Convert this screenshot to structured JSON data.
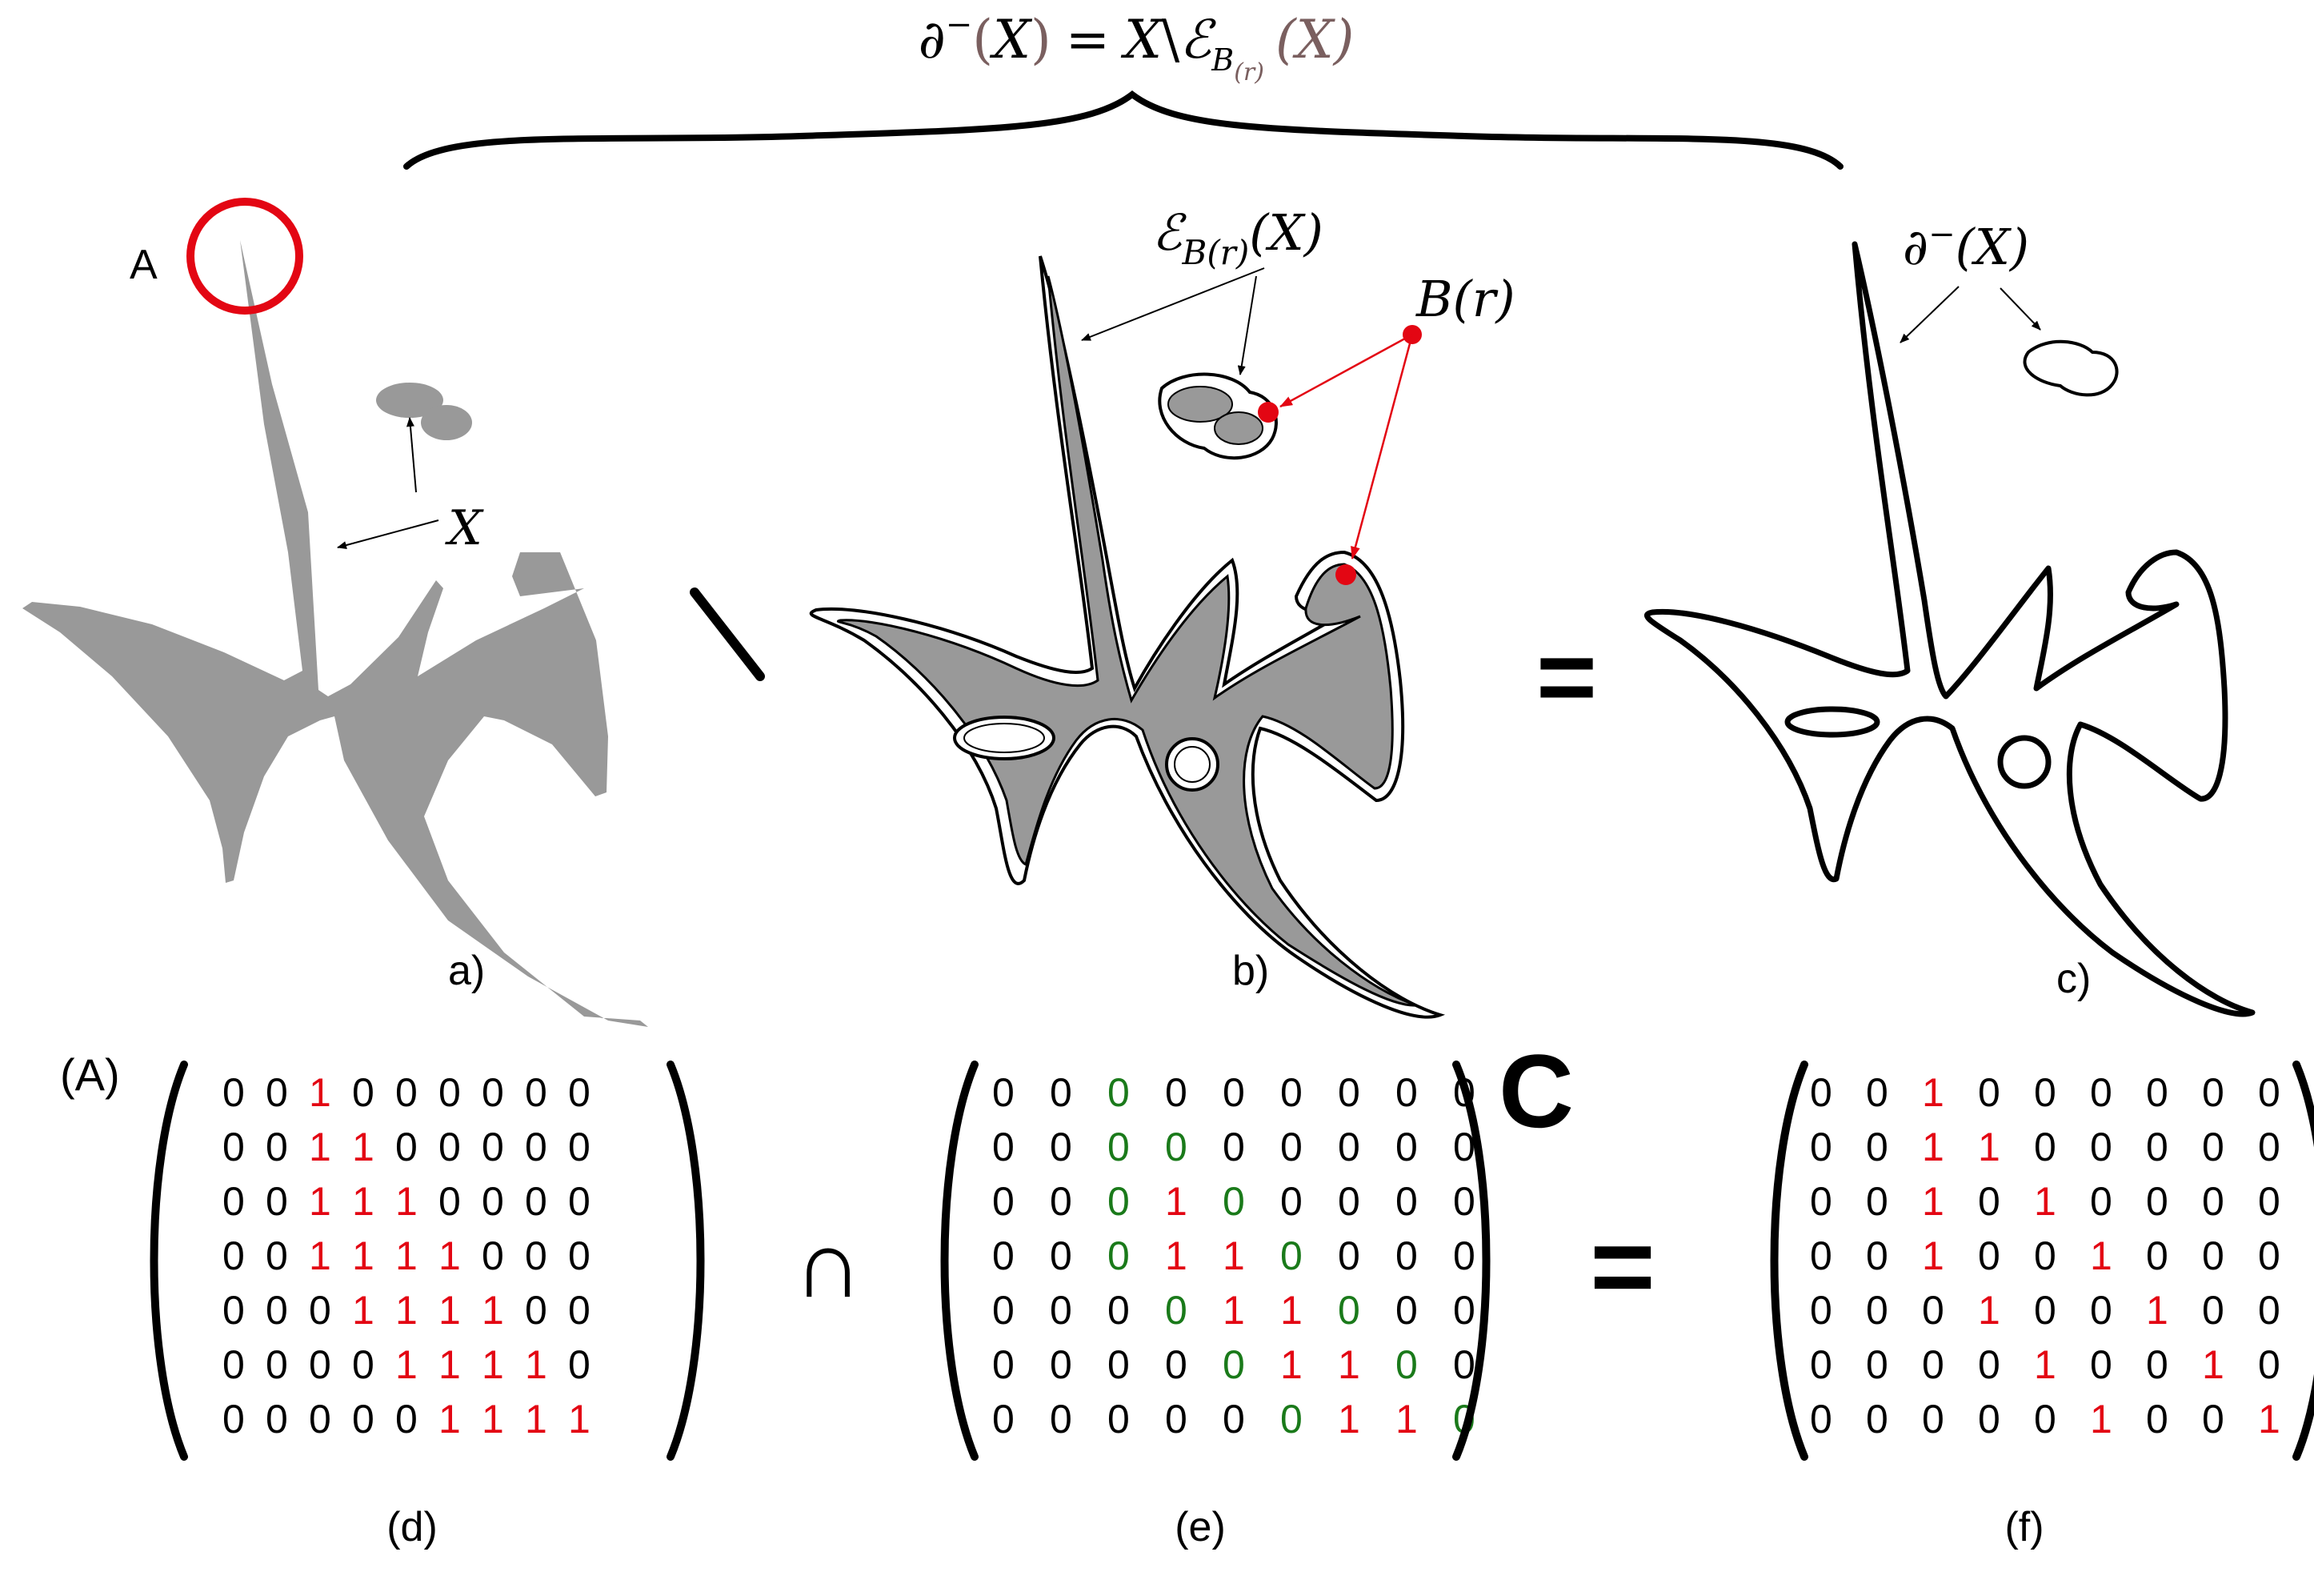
{
  "colors": {
    "shape_fill": "#999999",
    "highlight_red": "#e30613",
    "matrix_one": "#e30613",
    "matrix_boundary_zero": "#1a7a1a",
    "text": "#000000",
    "formula_paren": "#7a5f5f"
  },
  "top_formula": {
    "boundary": "∂",
    "minus": "−",
    "lparen": "(",
    "x": "X",
    "rparen": ")",
    "equals": "=",
    "x2": "X",
    "setminus": "\\",
    "erosion": "ℰ",
    "sub_b": "B",
    "sub_r": "(r)",
    "arg": "(X)"
  },
  "panel_a": {
    "point_label": "A",
    "shape_label": "X",
    "caption": "a)"
  },
  "panel_b": {
    "erosion_label_main": "ℰ",
    "erosion_label_sub": "B(r)",
    "erosion_label_arg": "(X)",
    "ball_label": "B(r)",
    "caption": "b)"
  },
  "panel_c": {
    "boundary_label": "∂",
    "boundary_label_sup": "−",
    "boundary_label_arg": "(X)",
    "caption": "c)"
  },
  "operators": {
    "setminus": "∖",
    "equals_top": "=",
    "intersect": "∩",
    "equals_bottom": "=",
    "complement": "C"
  },
  "matrices": {
    "matrix_label": "(A)",
    "d": {
      "caption": "(d)",
      "rows": [
        [
          "0",
          "0",
          "1",
          "0",
          "0",
          "0",
          "0",
          "0",
          "0"
        ],
        [
          "0",
          "0",
          "1",
          "1",
          "0",
          "0",
          "0",
          "0",
          "0"
        ],
        [
          "0",
          "0",
          "1",
          "1",
          "1",
          "0",
          "0",
          "0",
          "0"
        ],
        [
          "0",
          "0",
          "1",
          "1",
          "1",
          "1",
          "0",
          "0",
          "0"
        ],
        [
          "0",
          "0",
          "0",
          "1",
          "1",
          "1",
          "1",
          "0",
          "0"
        ],
        [
          "0",
          "0",
          "0",
          "0",
          "1",
          "1",
          "1",
          "1",
          "0"
        ],
        [
          "0",
          "0",
          "0",
          "0",
          "0",
          "1",
          "1",
          "1",
          "1"
        ]
      ],
      "color_codes": [
        "kkrkkkkkk",
        "kkrrkkkkk",
        "kkrrrkkkk",
        "kkrrrrkkk",
        "kkkrrrrkk",
        "kkkkrrrrk",
        "kkkkkrrrr"
      ]
    },
    "e": {
      "caption": "(e)",
      "rows": [
        [
          "0",
          "0",
          "0",
          "0",
          "0",
          "0",
          "0",
          "0",
          "0"
        ],
        [
          "0",
          "0",
          "0",
          "0",
          "0",
          "0",
          "0",
          "0",
          "0"
        ],
        [
          "0",
          "0",
          "0",
          "1",
          "0",
          "0",
          "0",
          "0",
          "0"
        ],
        [
          "0",
          "0",
          "0",
          "1",
          "1",
          "0",
          "0",
          "0",
          "0"
        ],
        [
          "0",
          "0",
          "0",
          "0",
          "1",
          "1",
          "0",
          "0",
          "0"
        ],
        [
          "0",
          "0",
          "0",
          "0",
          "0",
          "1",
          "1",
          "0",
          "0"
        ],
        [
          "0",
          "0",
          "0",
          "0",
          "0",
          "0",
          "1",
          "1",
          "0"
        ]
      ],
      "color_codes": [
        "kkgkkkkkk",
        "kkggkkkkk",
        "kkgrgkkkk",
        "kkgrrgkkk",
        "kkkgrrgkk",
        "kkkkgrrgk",
        "kkkkkgrrg"
      ]
    },
    "f": {
      "caption": "(f)",
      "rows": [
        [
          "0",
          "0",
          "1",
          "0",
          "0",
          "0",
          "0",
          "0",
          "0"
        ],
        [
          "0",
          "0",
          "1",
          "1",
          "0",
          "0",
          "0",
          "0",
          "0"
        ],
        [
          "0",
          "0",
          "1",
          "0",
          "1",
          "0",
          "0",
          "0",
          "0"
        ],
        [
          "0",
          "0",
          "1",
          "0",
          "0",
          "1",
          "0",
          "0",
          "0"
        ],
        [
          "0",
          "0",
          "0",
          "1",
          "0",
          "0",
          "1",
          "0",
          "0"
        ],
        [
          "0",
          "0",
          "0",
          "0",
          "1",
          "0",
          "0",
          "1",
          "0"
        ],
        [
          "0",
          "0",
          "0",
          "0",
          "0",
          "1",
          "0",
          "0",
          "1"
        ]
      ],
      "color_codes": [
        "kkrkkkkkk",
        "kkrrkkkkk",
        "kkrkrkkkk",
        "kkrkkrkkk",
        "kkkrkkrkk",
        "kkkkrkkrk",
        "kkkkkrkkr"
      ]
    }
  }
}
